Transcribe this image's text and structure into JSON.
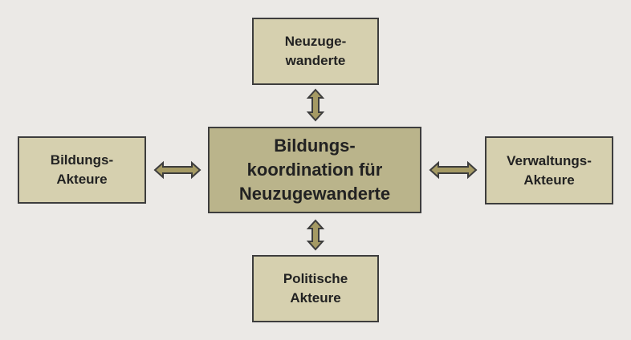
{
  "diagram": {
    "center": {
      "lines": [
        "Bildungs-",
        "koordination für",
        "Neuzugewanderte"
      ]
    },
    "top": {
      "lines": [
        "Neuzuge-",
        "wanderte"
      ]
    },
    "left": {
      "lines": [
        "Bildungs-",
        "Akteure"
      ]
    },
    "right": {
      "lines": [
        "Verwaltungs-",
        "Akteure"
      ]
    },
    "bottom": {
      "lines": [
        "Politische",
        "Akteure"
      ]
    }
  },
  "colors": {
    "background": "#ebe9e6",
    "center_fill": "#bab48b",
    "box_fill": "#d6d0af",
    "arrow_fill": "#a59a64",
    "border": "#3d3d3d"
  }
}
